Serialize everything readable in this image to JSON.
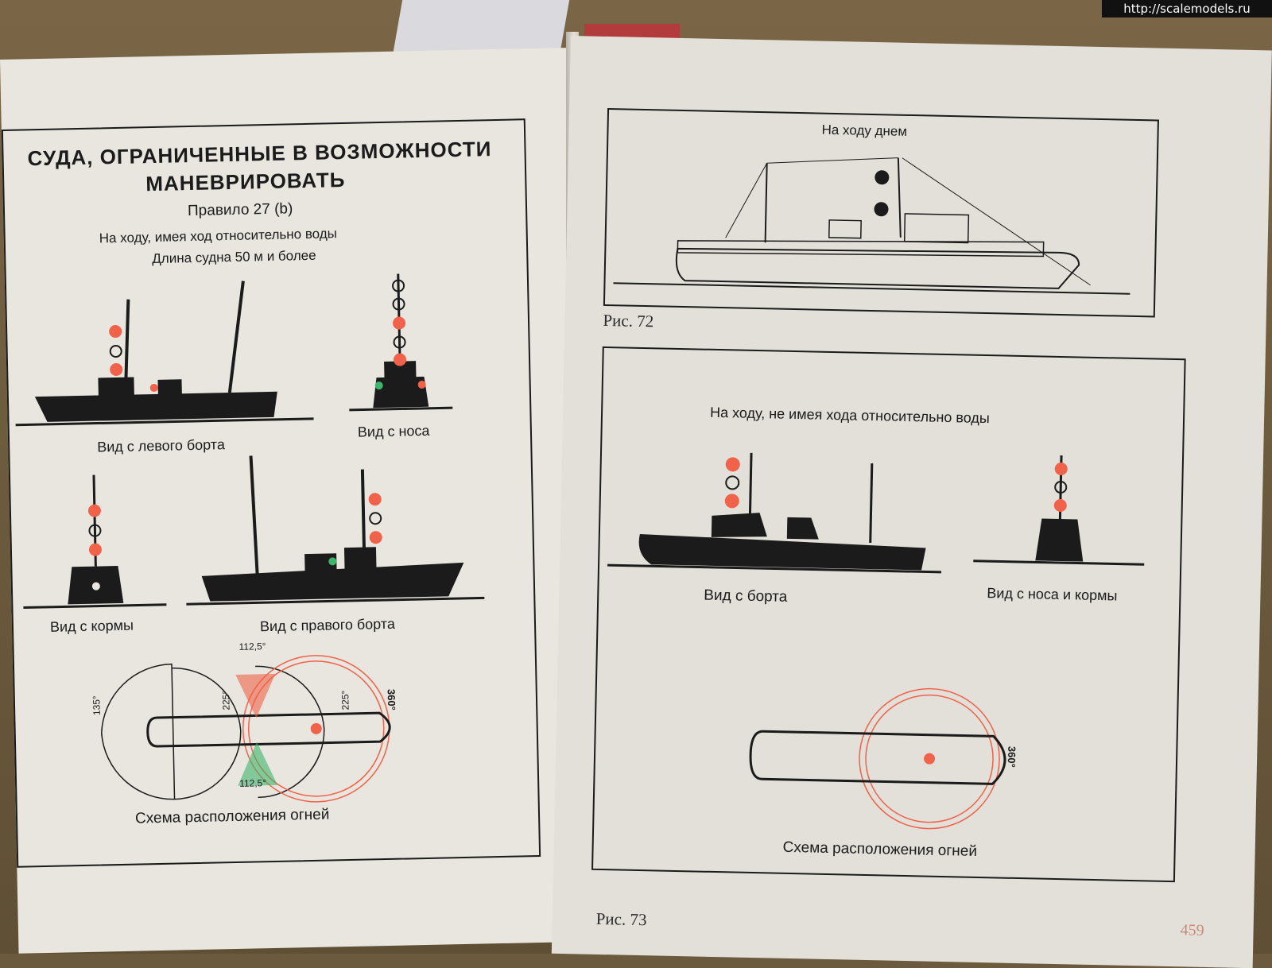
{
  "watermark": "http://scalemodels.ru",
  "left_page": {
    "title_line1": "СУДА, ОГРАНИЧЕННЫЕ В ВОЗМОЖНОСТИ",
    "title_line2": "МАНЕВРИРОВАТЬ",
    "rule": "Правило 27 (b)",
    "subtitle1": "На ходу, имея ход относительно воды",
    "subtitle2": "Длина судна 50 м и более",
    "captions": {
      "port_view": "Вид с левого борта",
      "bow_view": "Вид с носа",
      "stern_view": "Вид с кормы",
      "starboard_view": "Вид с правого борта",
      "scheme": "Схема расположения огней"
    },
    "angles": {
      "a1": "135°",
      "a2": "225°",
      "a3": "225°",
      "a4": "360°",
      "a5": "112,5°",
      "a6": "112,5°"
    }
  },
  "right_page": {
    "fig72_title": "На ходу днем",
    "fig72_label": "Рис. 72",
    "fig73_title": "На ходу, не имея хода относительно воды",
    "captions": {
      "side_view": "Вид с борта",
      "bow_stern_view": "Вид с носа и кормы",
      "scheme": "Схема расположения огней"
    },
    "angle_360": "360°",
    "fig73_label": "Рис. 73",
    "page_number": "459"
  },
  "colors": {
    "red_light": "#f0624a",
    "green_light": "#3fb46a",
    "ink": "#1b1b1b"
  }
}
